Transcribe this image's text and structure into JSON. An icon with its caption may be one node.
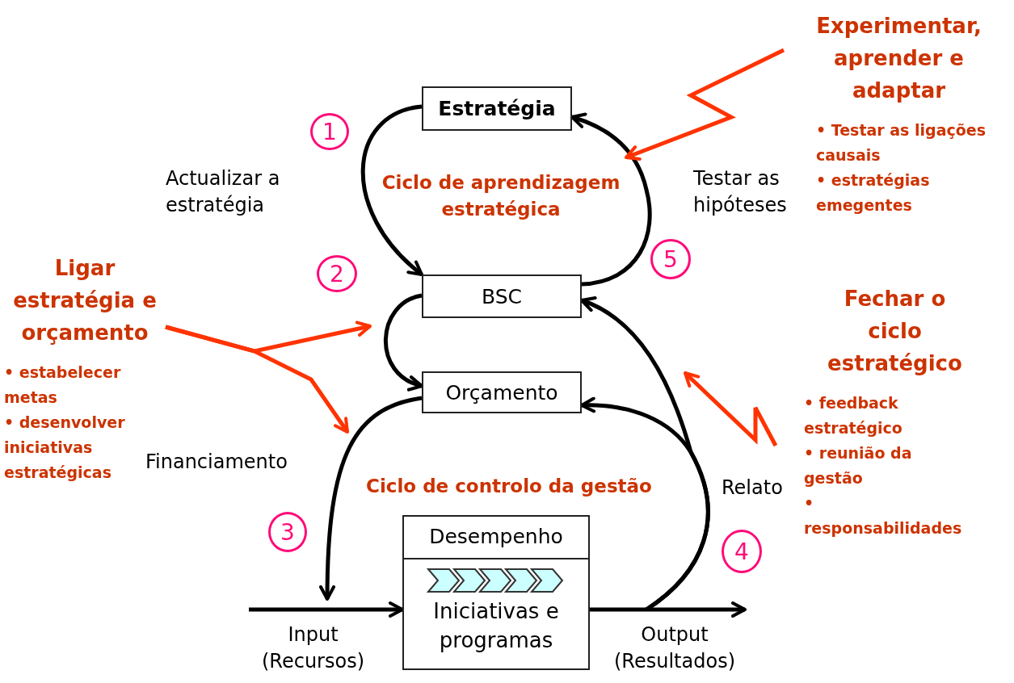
{
  "diagram": {
    "nodes": [
      {
        "text": [
          "Estratégia"
        ]
      },
      {
        "text": [
          "BSC"
        ]
      },
      {
        "text": [
          "Orçamento"
        ]
      },
      {
        "text": [
          "Desempenho",
          "Iniciativas e programas"
        ]
      },
      {
        "text": [
          "Experimentar, aprender e adaptar",
          "• Testar as ligações causais",
          "• estratégias emegentes"
        ]
      },
      {
        "text": [
          "Ligar estratégia e orçamento",
          "• estabelecer metas",
          "• desenvolver iniciativas estratégicas"
        ]
      },
      {
        "text": [
          "Fechar o ciclo estratégico",
          "• feedback estratégico",
          "• reunião da gestão",
          "• responsabilidades"
        ]
      },
      {
        "text": [
          "1"
        ]
      },
      {
        "text": [
          "2"
        ]
      },
      {
        "text": [
          "3"
        ]
      },
      {
        "text": [
          "4"
        ]
      },
      {
        "text": [
          "5"
        ]
      }
    ],
    "edges": [
      {
        "from": 0,
        "to": 1,
        "arrow": "to",
        "label": "Actualizar a estratégia"
      },
      {
        "from": 1,
        "to": 0,
        "arrow": "to",
        "label": "Testar as hipóteses"
      },
      {
        "from": 1,
        "to": 2,
        "arrow": "to"
      },
      {
        "from": 2,
        "to": null,
        "arrow": "to",
        "label": "Financiamento"
      },
      {
        "from": null,
        "to": 3,
        "arrow": "to",
        "label": "Input (Recursos)"
      },
      {
        "from": 3,
        "to": null,
        "arrow": "to",
        "label": "Output (Resultados)"
      },
      {
        "from": null,
        "to": 1,
        "arrow": "to",
        "label": "Relato"
      },
      {
        "from": null,
        "to": 2,
        "arrow": "to"
      },
      {
        "from": 4,
        "to": null,
        "arrow": "to",
        "color": "#ff3300"
      },
      {
        "from": 5,
        "to": null,
        "arrow": "to",
        "color": "#ff3300"
      },
      {
        "from": 5,
        "to": null,
        "arrow": "to",
        "color": "#ff3300"
      },
      {
        "from": 6,
        "to": null,
        "arrow": "to",
        "color": "#ff3300"
      }
    ],
    "labels": [
      "Ciclo de aprendizagem estratégica",
      "Ciclo de controlo da gestão"
    ]
  }
}
